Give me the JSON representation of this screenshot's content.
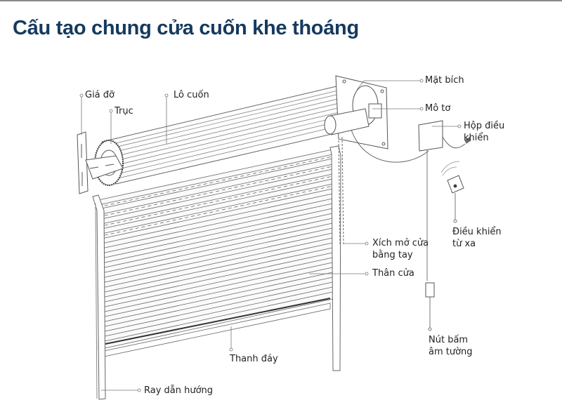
{
  "title": "Cấu tạo chung cửa cuốn khe thoáng",
  "accent_color": "#163a5f",
  "line_color": "#777777",
  "labels": {
    "gia_do": "Giá đỡ",
    "truc": "Trục",
    "lo_cuon": "Lô cuốn",
    "mat_bich": "Mặt bích",
    "mo_to": "Mô tơ",
    "hop_dieu_khien_1": "Hộp điều",
    "hop_dieu_khien_2": "khiển",
    "dieu_khien_tu_xa_1": "Điều khiển",
    "dieu_khien_tu_xa_2": "từ xa",
    "xich_mo_cua_1": "Xích mở cửa",
    "xich_mo_cua_2": "bằng tay",
    "than_cua": "Thân cửa",
    "nut_bam_1": "Nút bấm",
    "nut_bam_2": "âm tường",
    "thanh_day": "Thanh đáy",
    "ray_dan_huong": "Ray dẫn hướng"
  }
}
